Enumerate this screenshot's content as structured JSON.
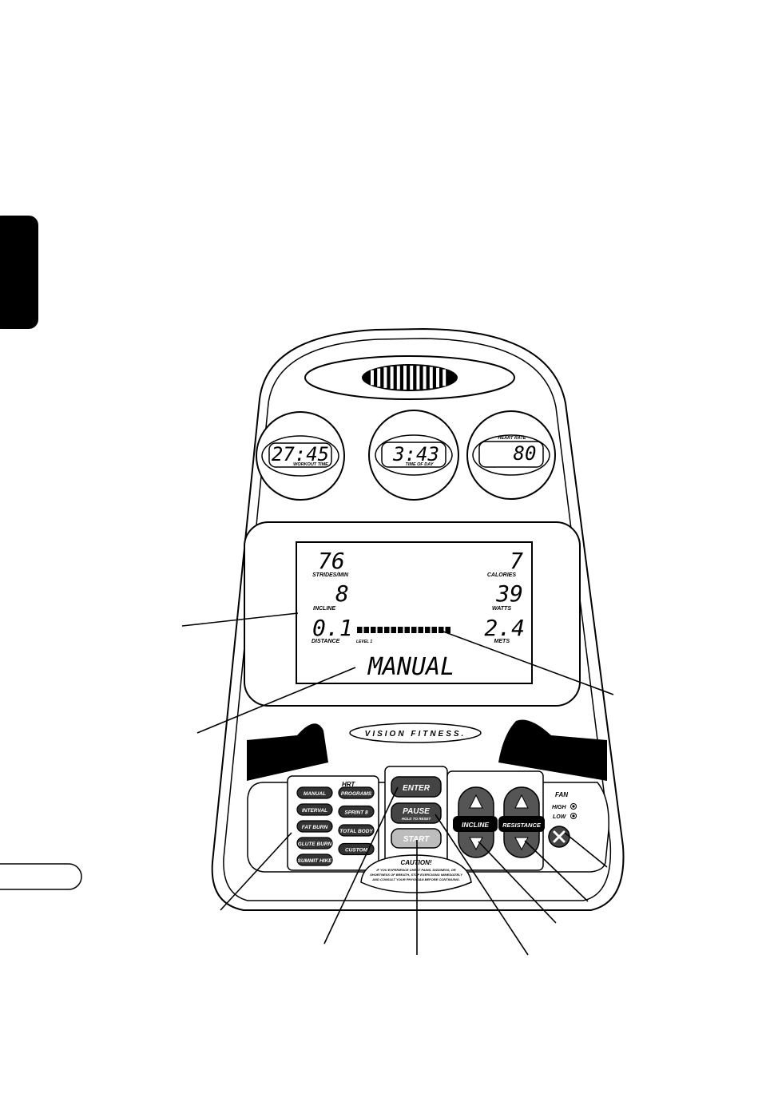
{
  "brand": {
    "logo_text": "VISION FITNESS."
  },
  "windows": {
    "workout": {
      "value": "27:45",
      "label": "WORKOUT TIME"
    },
    "time_of_day": {
      "value": "3:43",
      "label": "TIME OF DAY"
    },
    "heart_rate": {
      "value": "80",
      "label": "HEART RATE"
    }
  },
  "lcd": {
    "strides": {
      "value": "76",
      "label": "STRIDES/MIN"
    },
    "incline": {
      "value": "8",
      "label": "INCLINE"
    },
    "distance": {
      "value": "0.1",
      "label": "DISTANCE"
    },
    "calories": {
      "value": "7",
      "label": "CALORIES"
    },
    "watts": {
      "value": "39",
      "label": "WATTS"
    },
    "mets": {
      "value": "2.4",
      "label": "METS"
    },
    "level_label": "LEVEL 1",
    "level_bar_segments": 14,
    "program_text": "MANUAL"
  },
  "program_buttons": {
    "left": [
      "MANUAL",
      "INTERVAL",
      "FAT BURN",
      "GLUTE BURN",
      "SUMMIT HIKE"
    ],
    "right_header": "HRT",
    "right": [
      "PROGRAMS",
      "SPRINT 8",
      "TOTAL BODY",
      "CUSTOM"
    ]
  },
  "control_buttons": {
    "enter": "ENTER",
    "pause": "PAUSE",
    "pause_sub": "HOLD TO RESET",
    "start": "START"
  },
  "caution": {
    "title": "CAUTION!",
    "lines": [
      "IF YOU EXPERIENCE CHEST PAINS, DIZZINESS, OR",
      "SHORTNESS OF BREATH, STOP EXERCISING IMMEDIATELY",
      "AND CONSULT YOUR PHYSICIAN BEFORE CONTINUING."
    ]
  },
  "adjust": {
    "incline_label": "INCLINE",
    "resistance_label": "RESISTANCE"
  },
  "fan": {
    "label": "FAN",
    "high": "HIGH",
    "low": "LOW"
  }
}
